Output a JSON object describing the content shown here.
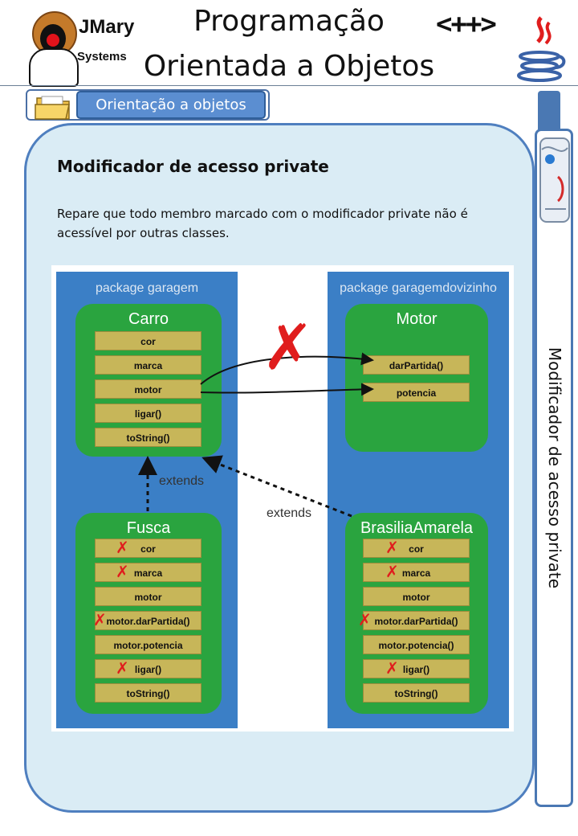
{
  "header": {
    "brand": {
      "name": "JMary",
      "sub": "Systems"
    },
    "title_line1": "Programação",
    "title_line2": "Orientada a Objetos",
    "cpp_logo_text": "<++>"
  },
  "section": {
    "label": "Orientação a objetos"
  },
  "sidebar": {
    "label": "Modificador de acesso private"
  },
  "slide": {
    "heading": "Modificador de acesso private",
    "text": "Repare que todo membro marcado com o modificador private não é acessível por outras classes."
  },
  "diagram": {
    "packages": [
      {
        "label": "package garagem"
      },
      {
        "label": "package garagemdovizinho"
      }
    ],
    "classes": {
      "carro": {
        "name": "Carro",
        "members": [
          "cor",
          "marca",
          "motor",
          "ligar()",
          "toString()"
        ]
      },
      "motor": {
        "name": "Motor",
        "members": [
          "darPartida()",
          "potencia"
        ]
      },
      "fusca": {
        "name": "Fusca",
        "members": [
          "cor",
          "marca",
          "motor",
          "motor.darPartida()",
          "motor.potencia",
          "ligar()",
          "toString()"
        ]
      },
      "brasilia": {
        "name": "BrasiliaAmarela",
        "members": [
          "cor",
          "marca",
          "motor",
          "motor.darPartida()",
          "motor.potencia()",
          "ligar()",
          "toString()"
        ]
      }
    },
    "extends_label": "extends",
    "colors": {
      "package": "#3b7fc6",
      "class": "#2aa43f",
      "member": "#c7b659",
      "cross": "#e01d1d"
    }
  }
}
